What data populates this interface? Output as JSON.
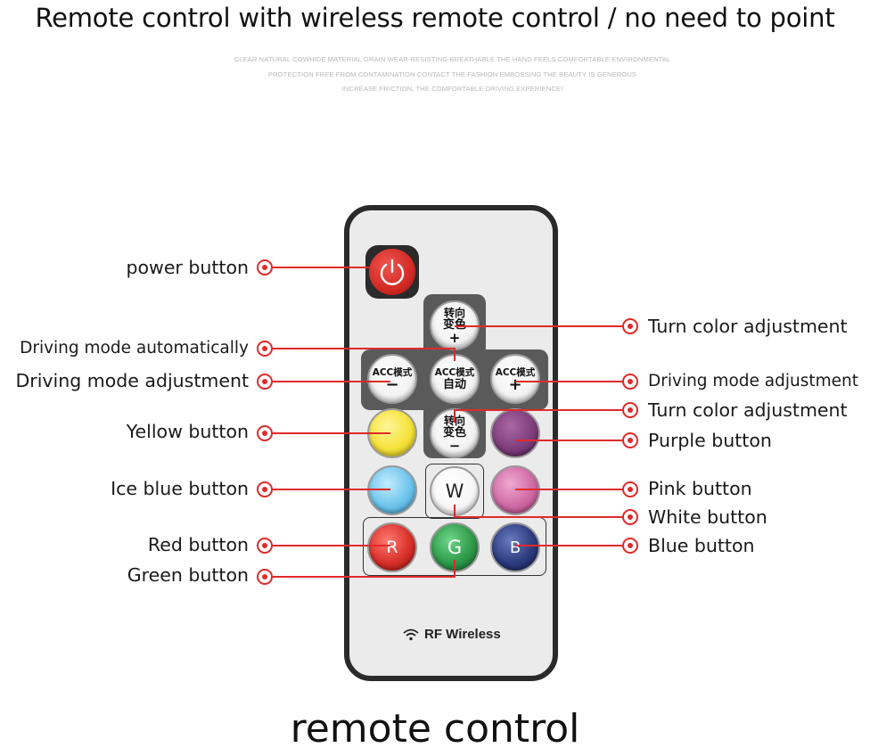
{
  "header": {
    "title": "Remote control with wireless remote control / no need to point",
    "fine_print": [
      "CLEAR NATURAL COWHIDE MATERIAL GRAIN WEAR-RESISTING BREATHABLE THE HAND FEELS COMFORTABLE ENVIRONMENTAL",
      "PROTECTION FREE FROM CONTAMINATION CONTACT THE FASHION EMBOSSING THE BEAUTY IS GENEROUS",
      "INCREASE FRICTION, THE COMFORTABLE DRIVING EXPERIENCE!"
    ]
  },
  "remote": {
    "brand_text": "RF Wireless",
    "buttons": {
      "turn_plus": {
        "top": "转向",
        "bottom": "变色",
        "sign": "+"
      },
      "turn_minus": {
        "top": "转向",
        "bottom": "变色",
        "sign": "−"
      },
      "acc_minus": {
        "top": "ACC模式",
        "sign": "−"
      },
      "acc_plus": {
        "top": "ACC模式",
        "sign": "+"
      },
      "acc_auto": {
        "top": "ACC模式",
        "bottom": "自动"
      },
      "white": "W",
      "red": "R",
      "green": "G",
      "blue": "B"
    },
    "colors": {
      "power": "#d22a25",
      "yellow": "#f5e23a",
      "purple": "#7a3a78",
      "ice_blue": "#6ec4ec",
      "pink": "#cf6aa5",
      "white": "#ffffff",
      "red": "#d9302a",
      "green": "#2f9a4a",
      "blue": "#2c3c7e",
      "callout": "#e02a2a"
    }
  },
  "callouts": {
    "power_button": "power button",
    "driving_mode_auto": "Driving mode automatically",
    "driving_mode_adjust_left": "Driving mode adjustment",
    "yellow_button": "Yellow button",
    "ice_blue_button": "Ice blue button",
    "red_button": "Red button",
    "green_button": "Green button",
    "turn_color_top": "Turn color adjustment",
    "driving_mode_adjust_right": "Driving mode adjustment",
    "turn_color_bottom": "Turn color adjustment",
    "purple_button": "Purple button",
    "pink_button": "Pink button",
    "white_button": "White button",
    "blue_button": "Blue button"
  },
  "footer": {
    "caption": "remote control"
  }
}
